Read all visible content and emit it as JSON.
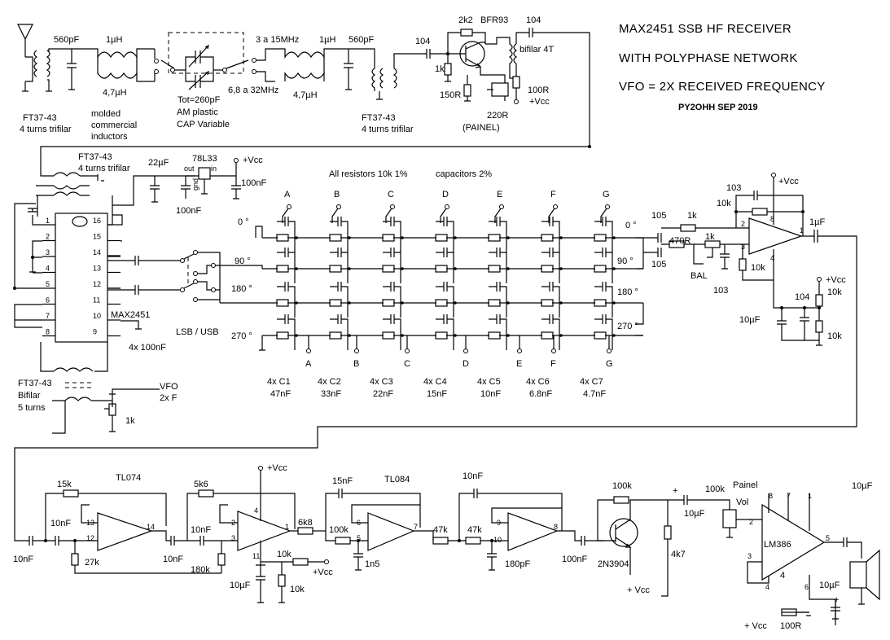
{
  "title": {
    "line1": "MAX2451 SSB HF RECEIVER",
    "line2": "WITH  POLYPHASE  NETWORK",
    "line3": "VFO = 2X RECEIVED  FREQUENCY",
    "author": "PY2OHH SEP 2019"
  },
  "frontend": {
    "c560_1": "560pF",
    "l1u_1": "1µH",
    "l47_1": "4,7µH",
    "molded1": "molded",
    "molded2": "commercial",
    "molded3": "inductors",
    "ft_in1": "FT37-43",
    "ft_in2": "4 turns trifilar",
    "band1": "3 a 15MHz",
    "band2": "6,8 a 32MHz",
    "tot": "Tot=260pF",
    "cap1": "AM plastic",
    "cap2": "CAP Variable",
    "l1u_2": "1µH",
    "l47_2": "4,7µH",
    "c560_2": "560pF",
    "ft_mid1": "FT37-43",
    "ft_mid2": "4 turns trifilar",
    "c104": "104",
    "r2k2": "2k2",
    "bfr": "BFR93",
    "c104b": "104",
    "bifilar": "bifilar 4T",
    "r1k": "1k",
    "r150": "150R",
    "r100": "100R",
    "vcc": "+Vcc",
    "r220": "220R",
    "painel": "(PAINEL)"
  },
  "mixer": {
    "ft1": "FT37-43",
    "ft2": "4 turns trifilar",
    "c22u": "22µF",
    "reg": "78L33",
    "out": "out",
    "in": "in",
    "gnd": "gnd",
    "vcc": "+Vcc",
    "c100n_a": "100nF",
    "c100n_b": "100nF",
    "ic": "MAX2451",
    "lsb": "LSB / USB",
    "caps4": "4x 100nF",
    "ft_b1": "FT37-43",
    "ft_b2": "Bifilar",
    "ft_b3": "5 turns",
    "vfo": "VFO",
    "vfo2": "2x F",
    "pot1k": "1k",
    "pins_left": [
      "1",
      "2",
      "3",
      "4",
      "5",
      "6",
      "7",
      "8"
    ],
    "pins_right": [
      "16",
      "15",
      "14",
      "13",
      "12",
      "11",
      "10",
      "9"
    ]
  },
  "polyphase": {
    "note1": "All resistors 10k 1%",
    "note2": "capacitors 2%",
    "nodes": [
      "A",
      "B",
      "C",
      "D",
      "E",
      "F",
      "G"
    ],
    "phase_in": [
      "0 °",
      "90 °",
      "180 °",
      "270 °"
    ],
    "phase_out": [
      "0 °",
      "90 °",
      "180 °",
      "270 °"
    ],
    "cap_groups": [
      {
        "n": "4x C1",
        "v": "47nF"
      },
      {
        "n": "4x C2",
        "v": "33nF"
      },
      {
        "n": "4x C3",
        "v": "22nF"
      },
      {
        "n": "4x C4",
        "v": "15nF"
      },
      {
        "n": "4x C5",
        "v": "10nF"
      },
      {
        "n": "4x C6",
        "v": "6.8nF"
      },
      {
        "n": "4x C7",
        "v": "4.7nF"
      }
    ]
  },
  "summer": {
    "c105a": "105",
    "c105b": "105",
    "r1k": "1k",
    "r470": "470R",
    "pot1k": "1k",
    "bal": "BAL",
    "c103": "103",
    "c103b": "103",
    "r10k_fb": "10k",
    "r10k_in": "10k",
    "vcc": "+Vcc",
    "c1u": "1µF",
    "vcc2": "+Vcc",
    "c104": "104",
    "r10k_a": "10k",
    "r10k_b": "10k",
    "c10u": "10µF",
    "pin2": "2",
    "pin3": "3",
    "pin1": "1",
    "pin8": "8",
    "pin4": "4"
  },
  "audio": {
    "tl074": "TL074",
    "tl084": "TL084",
    "r15k": "15k",
    "c10n_a": "10nF",
    "c10n_b": "10nF",
    "r27k": "27k",
    "p13": "13",
    "p12": "12",
    "p14": "14",
    "c10n_c": "10nF",
    "r5k6": "5k6",
    "c10n_d": "10nF",
    "r180k": "180k",
    "p2": "2",
    "p3": "3",
    "p1": "1",
    "p4": "4",
    "p11": "11",
    "vcc": "+Vcc",
    "r10k_a": "10k",
    "r10k_b": "10k",
    "vcc2": "+Vcc",
    "c10u": "10µF",
    "r6k8": "6k8",
    "c15n": "15nF",
    "r100k": "100k",
    "p6": "6",
    "p5": "5",
    "p7": "7",
    "c1n5": "1n5",
    "r47k_a": "47k",
    "r47k_b": "47k",
    "c10n_e": "10nF",
    "p9": "9",
    "p10": "10",
    "p8": "8",
    "c180p": "180pF",
    "c100n": "100nF",
    "r100k_b": "100k",
    "q": "2N3904",
    "c10u_b": "10µF",
    "r4k7": "4k7",
    "vcc3": "+ Vcc",
    "painel": "Painel",
    "pot100k": "100k",
    "vol": "Vol",
    "lm386": "LM386",
    "l8": "8",
    "l7": "7",
    "l1": "1",
    "l2": "2",
    "l3": "3",
    "l4": "4",
    "l4b": "4",
    "l5": "5",
    "l6": "6",
    "c10u_out": "10µF",
    "c10u_c": "10µF",
    "vcc4": "+ Vcc",
    "r100": "100R",
    "plus1": "+",
    "plus2": "+"
  }
}
